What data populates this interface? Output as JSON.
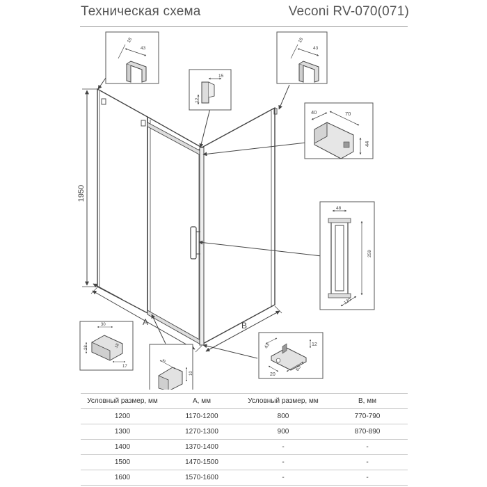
{
  "header": {
    "title_left": "Техническая схема",
    "title_right": "Veconi RV-070(071)"
  },
  "diagram": {
    "height_label": "1950",
    "width_a_label": "A",
    "width_b_label": "B",
    "detail_top_left": [
      "18",
      "43"
    ],
    "detail_top_center": [
      "15",
      "12"
    ],
    "detail_top_right": [
      "18",
      "43"
    ],
    "detail_bracket": [
      "40",
      "70",
      "44"
    ],
    "detail_handle": [
      "48",
      "259",
      "120"
    ],
    "detail_bottom_left": [
      "30",
      "28",
      "18",
      "17"
    ],
    "detail_bottom_center": [
      "8",
      "10"
    ],
    "detail_bottom_right": [
      "43",
      "12",
      "20",
      "63"
    ]
  },
  "table": {
    "headers": [
      "Условный размер, мм",
      "А, мм",
      "Условный размер, мм",
      "В, мм"
    ],
    "rows": [
      [
        "1200",
        "1170-1200",
        "800",
        "770-790"
      ],
      [
        "1300",
        "1270-1300",
        "900",
        "870-890"
      ],
      [
        "1400",
        "1370-1400",
        "-",
        "-"
      ],
      [
        "1500",
        "1470-1500",
        "-",
        "-"
      ],
      [
        "1600",
        "1570-1600",
        "-",
        "-"
      ]
    ]
  }
}
